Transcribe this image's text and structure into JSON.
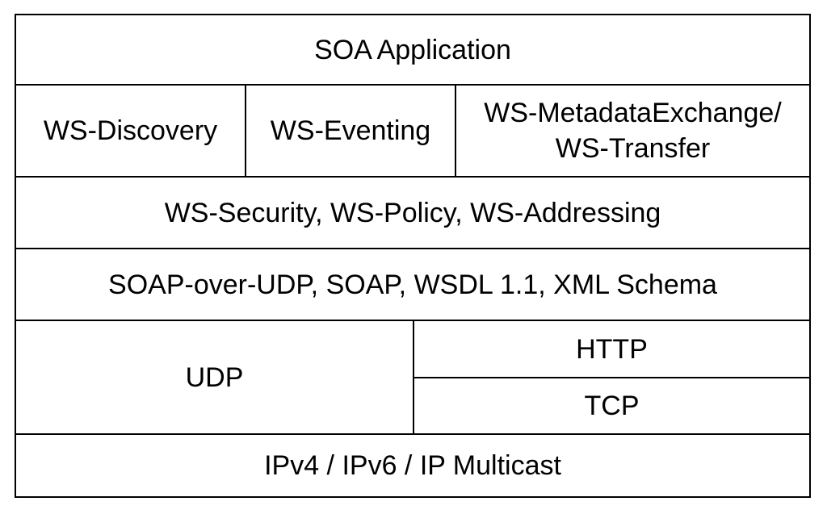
{
  "diagram": {
    "layers": {
      "application": "SOA Application",
      "ws_discovery": "WS-Discovery",
      "ws_eventing": "WS-Eventing",
      "ws_metadata_line1": "WS-MetadataExchange/",
      "ws_metadata_line2": "WS-Transfer",
      "security": "WS-Security, WS-Policy, WS-Addressing",
      "soap": "SOAP-over-UDP, SOAP, WSDL 1.1, XML Schema",
      "udp": "UDP",
      "http": "HTTP",
      "tcp": "TCP",
      "ip": "IPv4 / IPv6 / IP Multicast"
    }
  }
}
